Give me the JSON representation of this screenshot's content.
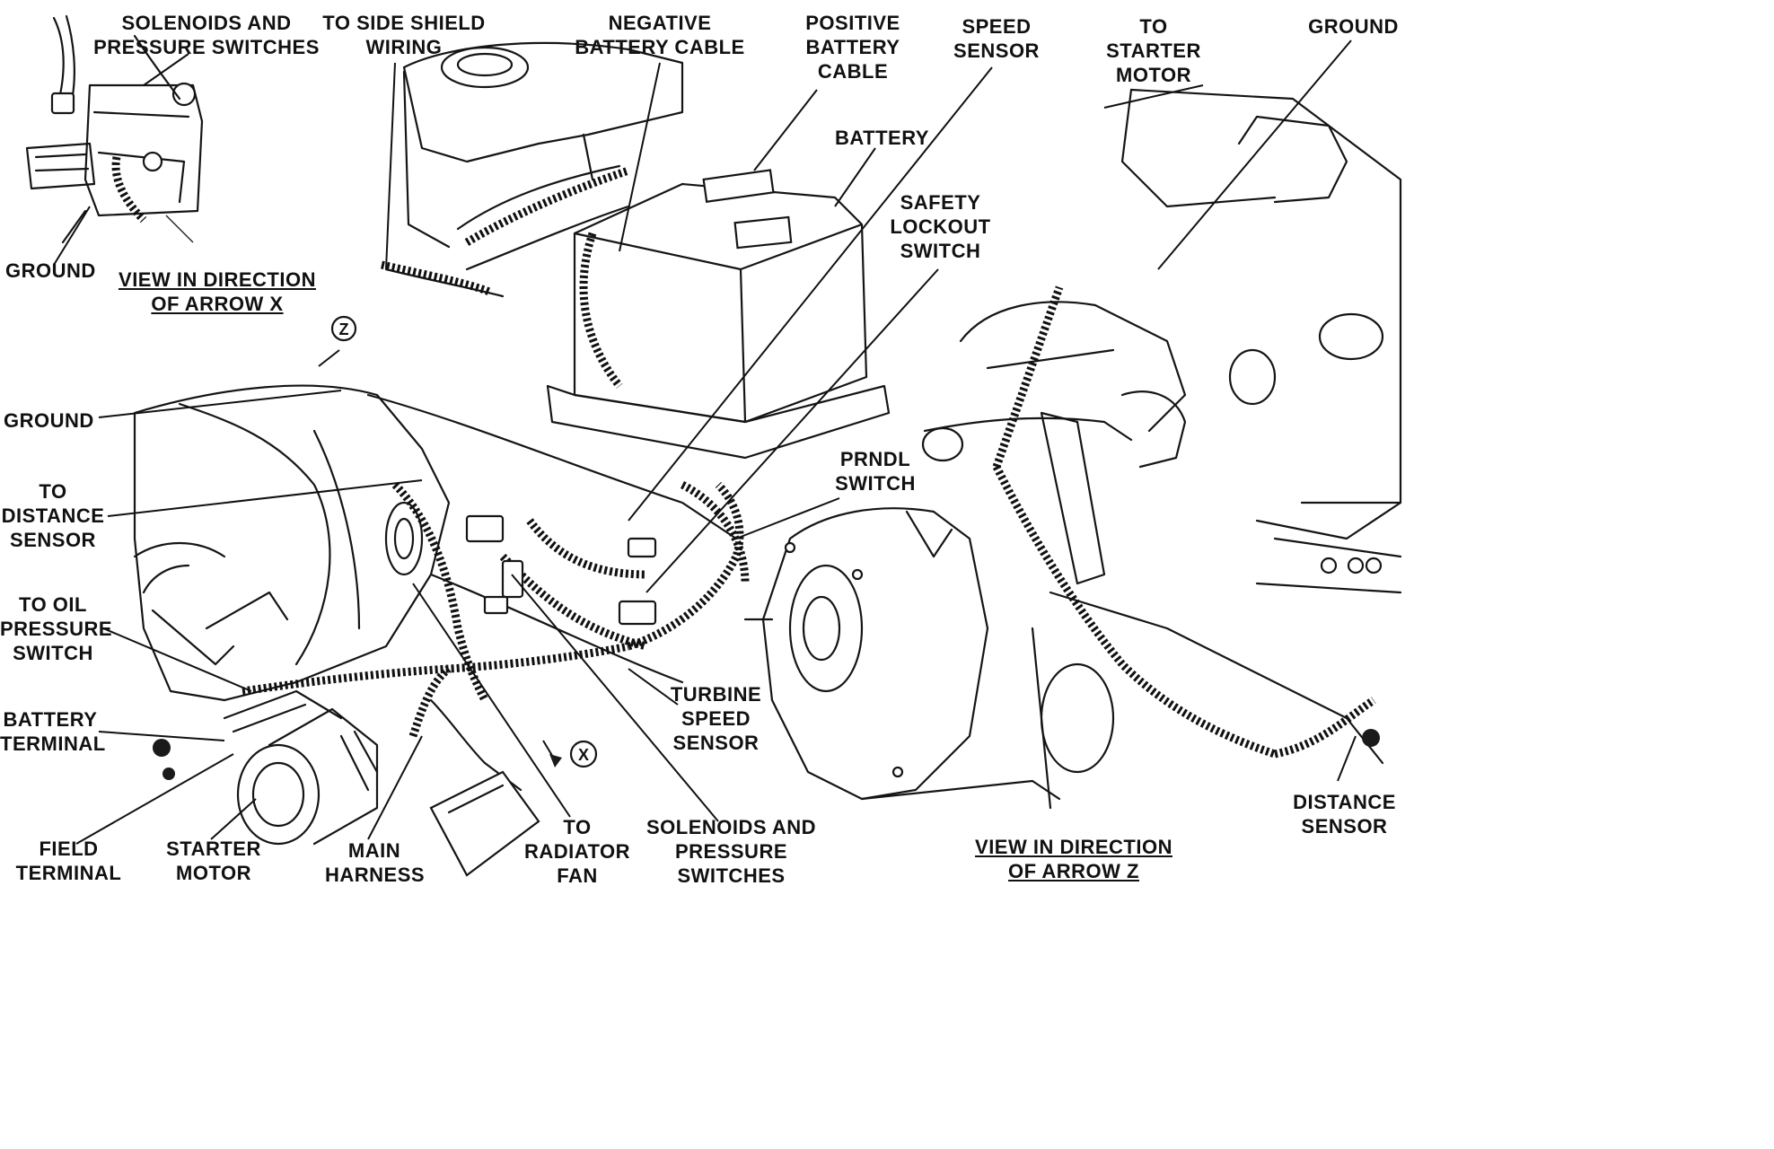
{
  "labels": {
    "solenoids_top": "SOLENOIDS AND\nPRESSURE SWITCHES",
    "side_shield": "TO SIDE SHIELD\nWIRING",
    "negative_cable": "NEGATIVE\nBATTERY CABLE",
    "positive_cable": "POSITIVE\nBATTERY\nCABLE",
    "speed_sensor": "SPEED\nSENSOR",
    "to_starter": "TO\nSTARTER\nMOTOR",
    "ground_top_right": "GROUND",
    "battery": "BATTERY",
    "safety_lockout": "SAFETY\nLOCKOUT\nSWITCH",
    "ground_inset": "GROUND",
    "view_x": "VIEW IN DIRECTION\nOF ARROW X",
    "ground_left": "GROUND",
    "to_distance": "TO\nDISTANCE\nSENSOR",
    "oil_pressure": "TO OIL\nPRESSURE\nSWITCH",
    "battery_terminal": "BATTERY\nTERMINAL",
    "field_terminal": "FIELD\nTERMINAL",
    "starter_motor": "STARTER\nMOTOR",
    "main_harness": "MAIN\nHARNESS",
    "radiator_fan": "TO\nRADIATOR\nFAN",
    "solenoids_bottom": "SOLENOIDS AND\nPRESSURE\nSWITCHES",
    "turbine_speed": "TURBINE\nSPEED\nSENSOR",
    "prndl": "PRNDL\nSWITCH",
    "view_z": "VIEW IN DIRECTION\nOF ARROW Z",
    "distance_sensor": "DISTANCE\nSENSOR"
  },
  "markers": {
    "arrow_x": "X",
    "arrow_z": "Z"
  }
}
